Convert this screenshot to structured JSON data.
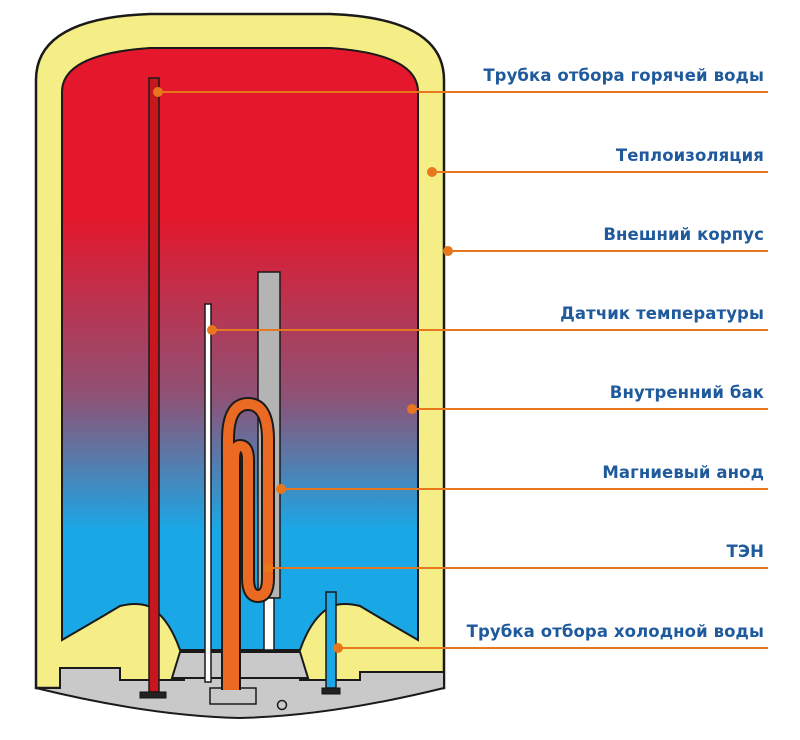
{
  "labels": {
    "hot_pipe": "Трубка отбора горячей воды",
    "insulation": "Теплоизоляция",
    "outer_shell": "Внешний корпус",
    "temp_sensor": "Датчик температуры",
    "inner_tank": "Внутренний бак",
    "anode": "Магниевый анод",
    "heater": "ТЭН",
    "cold_pipe": "Трубка отбора холодной воды"
  },
  "colors": {
    "insulation": "#f5ee86",
    "outline": "#1a1a1a",
    "water_hot": "#e4172c",
    "water_mid": "#8e5276",
    "water_cold": "#1aa7e6",
    "hot_pipe": "#c8161e",
    "anode": "#b4b4b4",
    "heater": "#ea6a23",
    "base": "#c9c9c9",
    "leader": "#e8761c",
    "label_text": "#1f5a9c"
  }
}
